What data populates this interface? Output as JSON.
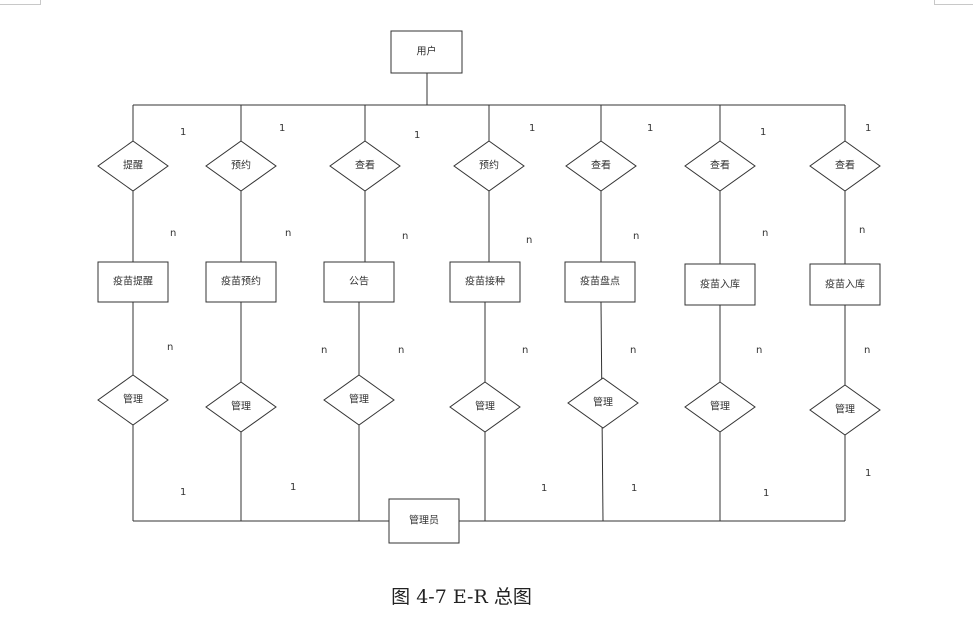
{
  "caption": "图 4-7 E-R 总图",
  "entities": {
    "user": "用户",
    "admin": "管理员",
    "e1": "疫苗提醒",
    "e2": "疫苗预约",
    "e3": "公告",
    "e4": "疫苗接种",
    "e5": "疫苗盘点",
    "e6": "疫苗入库",
    "e7": "疫苗入库"
  },
  "top_relations": [
    "提醒",
    "预约",
    "查看",
    "预约",
    "查看",
    "查看",
    "查看"
  ],
  "bottom_relations": [
    "管理",
    "管理",
    "管理",
    "管理",
    "管理",
    "管理",
    "管理"
  ],
  "cardinality": {
    "top_one": [
      "1",
      "1",
      "1",
      "1",
      "1",
      "1",
      "1"
    ],
    "top_many": [
      "n",
      "n",
      "n",
      "n",
      "n",
      "n",
      "n"
    ],
    "bottom_many": [
      "n",
      "n",
      "n",
      "n",
      "n",
      "n",
      "n",
      "n"
    ],
    "bottom_one": [
      "1",
      "1",
      "1",
      "1",
      "1",
      "1"
    ]
  }
}
